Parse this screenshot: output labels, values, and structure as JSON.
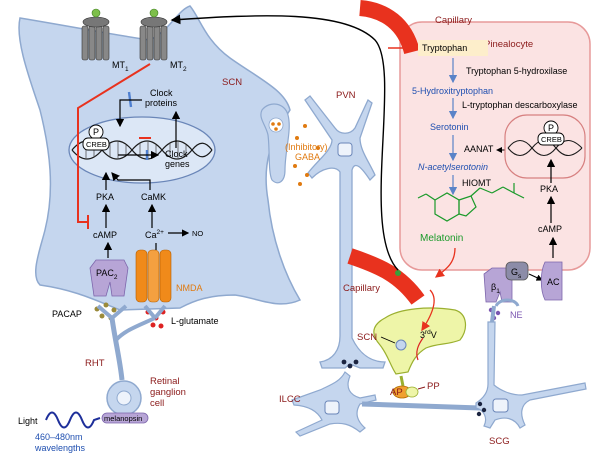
{
  "labels": {
    "mt1": "MT",
    "mt1_sub": "1",
    "mt2": "MT",
    "mt2_sub": "2",
    "scn_main": "SCN",
    "clock_proteins_1": "Clock",
    "clock_proteins_2": "proteins",
    "clock_genes_1": "Clock",
    "clock_genes_2": "genes",
    "p_left": "P",
    "creb_left": "CREB",
    "pka_left": "PKA",
    "camk": "CaMK",
    "camp_left": "cAMP",
    "ca": "Ca",
    "ca_sup": "2+",
    "no": "NO",
    "pac2": "PAC",
    "pac2_sub": "2",
    "nmda": "NMDA",
    "pacap": "PACAP",
    "lglutamate": "L-glutamate",
    "rht": "RHT",
    "retinal_1": "Retinal",
    "retinal_2": "ganglion",
    "retinal_3": "cell",
    "melanopsin": "melanopsin",
    "light": "Light",
    "wavelength_1": "460–480nm",
    "wavelength_2": "wavelengths",
    "pvn": "PVN",
    "inhibitory": "(Inhibitory)",
    "gaba": "GABA",
    "capillary_top": "Capillary",
    "pinealocyte": "Pinealocyte",
    "tryptophan": "Tryptophan",
    "t5h": "Tryptophan 5-hydroxilase",
    "htp": "5-Hydroxitryptophan",
    "ltd": "L-tryptophan descarboxylase",
    "serotonin": "Serotonin",
    "aanat": "AANAT",
    "nacetyl": "N-acetylserotonin",
    "hiomt": "HIOMT",
    "melatonin": "Melatonin",
    "p_right": "P",
    "creb_right": "CREB",
    "pka_right": "PKA",
    "camp_right": "cAMP",
    "beta1": "β",
    "beta1_sub": "1",
    "gs": "G",
    "gs_sub": "s",
    "ac": "AC",
    "ne": "NE",
    "capillary_bottom": "Capillary",
    "scn_small": "SCN",
    "third_v": "3",
    "third_v_sup": "rd",
    "third_v_end": "V",
    "ap": "AP",
    "pp": "PP",
    "ilcc": "ILCC",
    "scg": "SCG"
  },
  "colors": {
    "cell_fill": "#c5d6ee",
    "cell_stroke": "#8fa9cf",
    "pineal_fill": "#fbe3e3",
    "pineal_stroke": "#e79a9a",
    "capillary": "#e8321e",
    "nmda": "#f08a1a",
    "dark_red": "#8b1a1a",
    "blue_text": "#1f4fb0",
    "purple": "#b7a5d6",
    "green": "#1a9a2a",
    "pituitary": "#eef5a8"
  },
  "icons": [
    "melatonin-receptor-icon",
    "dna-helix-icon",
    "neuron-icon",
    "light-wave-icon"
  ]
}
